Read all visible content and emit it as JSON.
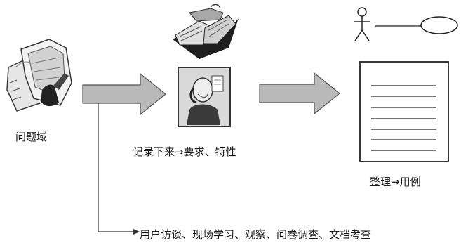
{
  "labels": {
    "problem_domain": "问题域",
    "record": "记录下来→要求、特性",
    "organize": "整理→用例",
    "methods": "用户访谈、现场学习、观察、问卷调查、文档考查"
  },
  "colors": {
    "arrow_fill": "#b9b9b9",
    "arrow_stroke": "#555555",
    "line": "#333333",
    "doc_lines": "#222222",
    "photo_bg": "#d9d9d9"
  },
  "icons": {
    "problem_domain": "papers-clipart-icon",
    "book": "open-book-icon",
    "person": "listening-person-icon",
    "actor": "stick-figure-actor-icon",
    "use_case": "use-case-ellipse-icon",
    "document": "document-icon"
  }
}
